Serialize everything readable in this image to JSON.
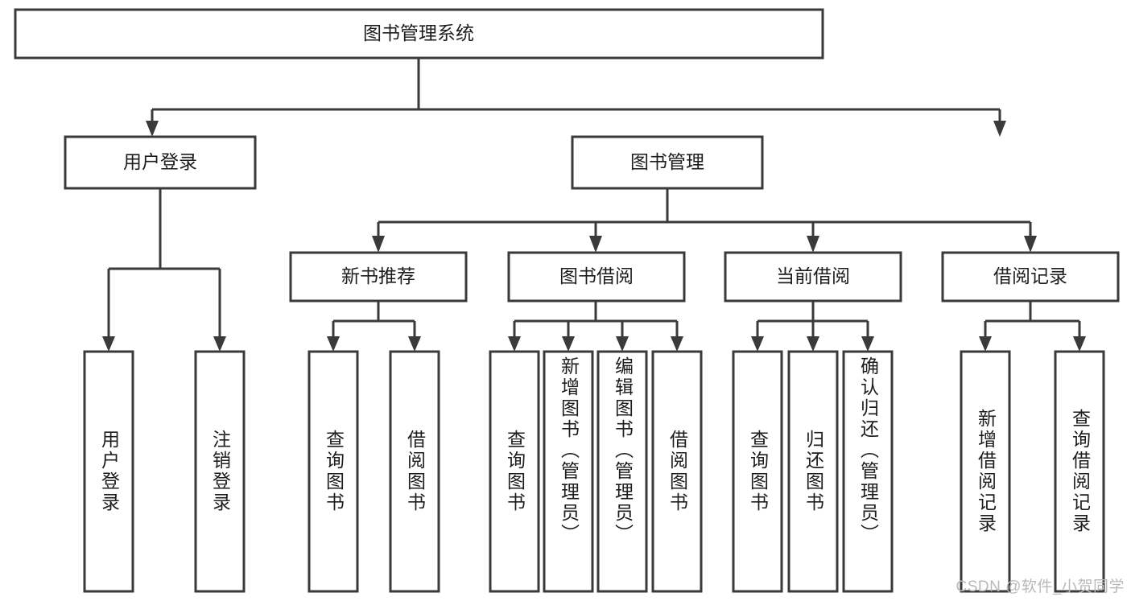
{
  "diagram": {
    "type": "tree-hierarchy-flowchart",
    "title": "图书管理系统",
    "root": {
      "id": "root",
      "label": "图书管理系统"
    },
    "level2": [
      {
        "id": "user-login",
        "label": "用户登录"
      },
      {
        "id": "book-management",
        "label": "图书管理"
      }
    ],
    "level3": [
      {
        "id": "new-book-recommend",
        "label": "新书推荐",
        "parent": "book-management"
      },
      {
        "id": "book-borrow",
        "label": "图书借阅",
        "parent": "book-management"
      },
      {
        "id": "current-borrow",
        "label": "当前借阅",
        "parent": "book-management"
      },
      {
        "id": "borrow-record",
        "label": "借阅记录",
        "parent": "book-management"
      }
    ],
    "leaves": [
      {
        "id": "leaf-user-login",
        "label": "用户登录",
        "parent": "user-login"
      },
      {
        "id": "leaf-logout-login",
        "label": "注销登录",
        "parent": "user-login"
      },
      {
        "id": "leaf-query-book-1",
        "label": "查询图书",
        "parent": "new-book-recommend"
      },
      {
        "id": "leaf-borrow-book-1",
        "label": "借阅图书",
        "parent": "new-book-recommend"
      },
      {
        "id": "leaf-query-book-2",
        "label": "查询图书",
        "parent": "book-borrow"
      },
      {
        "id": "leaf-add-book",
        "label": "新增图书（管理员）",
        "parent": "book-borrow"
      },
      {
        "id": "leaf-edit-book",
        "label": "编辑图书（管理员）",
        "parent": "book-borrow"
      },
      {
        "id": "leaf-borrow-book-2",
        "label": "借阅图书",
        "parent": "book-borrow"
      },
      {
        "id": "leaf-query-book-3",
        "label": "查询图书",
        "parent": "current-borrow"
      },
      {
        "id": "leaf-return-book",
        "label": "归还图书",
        "parent": "current-borrow"
      },
      {
        "id": "leaf-confirm-return",
        "label": "确认归还（管理员）",
        "parent": "current-borrow"
      },
      {
        "id": "leaf-add-record",
        "label": "新增借阅记录",
        "parent": "borrow-record"
      },
      {
        "id": "leaf-query-record",
        "label": "查询借阅记录",
        "parent": "borrow-record"
      }
    ],
    "watermark": "CSDN @软件_小贺同学",
    "colors": {
      "background": "#ffffff",
      "box_fill": "#ffffff",
      "box_stroke": "#3a3a3a",
      "connector": "#3a3a3a",
      "text": "#1d1d1d",
      "watermark": "#b9b9b9"
    }
  }
}
